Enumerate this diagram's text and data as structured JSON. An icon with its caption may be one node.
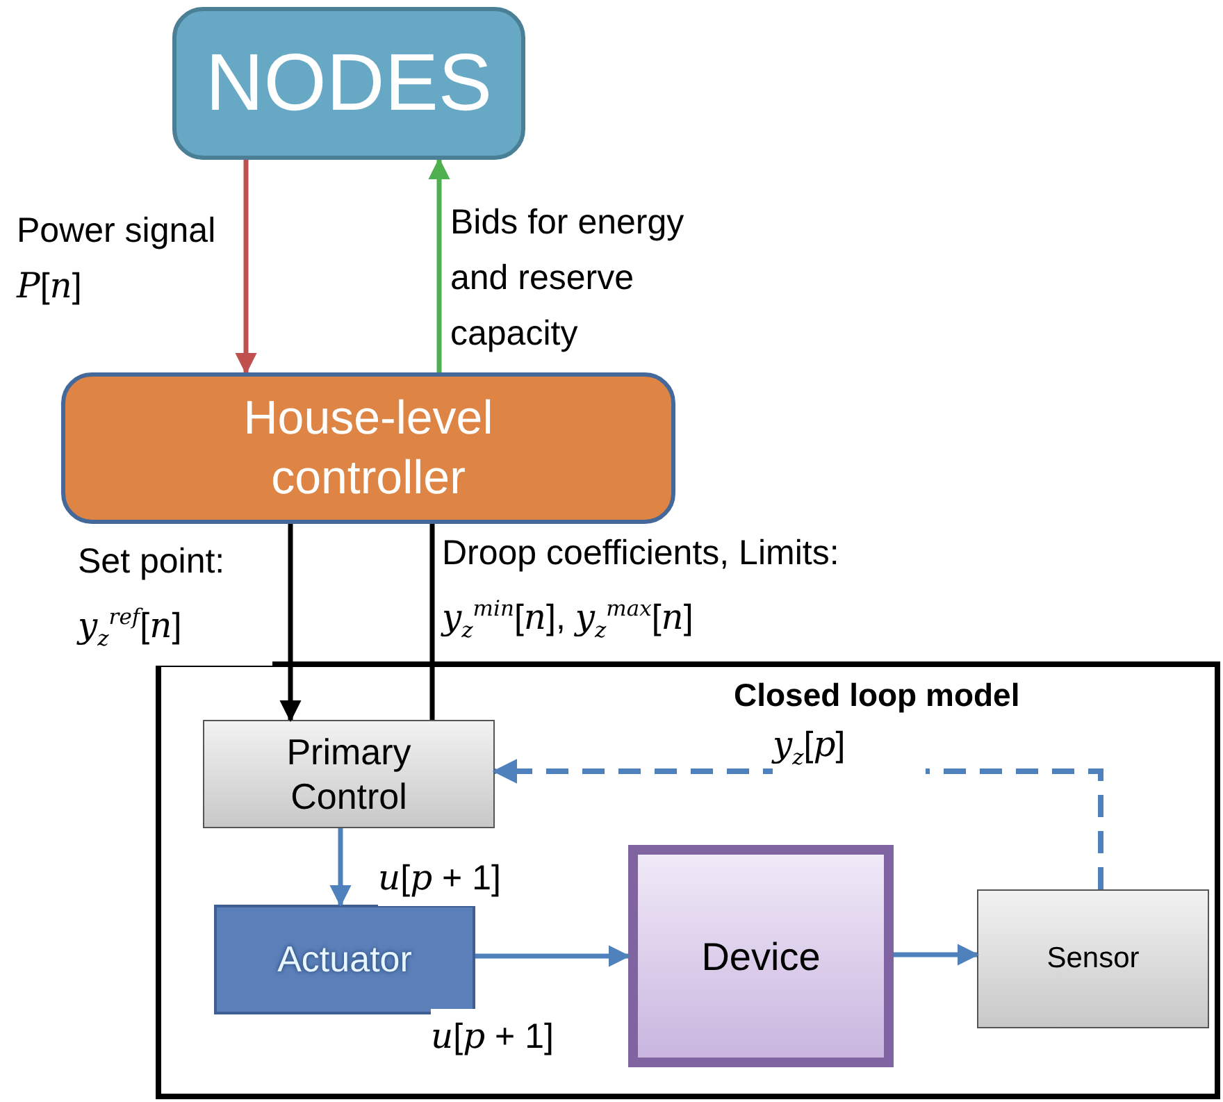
{
  "diagram": {
    "nodes": [
      {
        "text": [
          "NODES"
        ]
      },
      {
        "text": [
          "House-level controller"
        ]
      },
      {
        "text": [
          "Closed loop model"
        ]
      },
      {
        "text": [
          "Primary Control"
        ],
        "in": 2
      },
      {
        "text": [
          "Actuator"
        ],
        "in": 2
      },
      {
        "text": [
          "Device"
        ],
        "in": 2
      },
      {
        "text": [
          "Sensor"
        ],
        "in": 2
      }
    ],
    "edges": [
      {
        "from": 0,
        "to": 1,
        "arrow": "to",
        "label": "Power signal *P*[*n*]",
        "color": "#c0504d"
      },
      {
        "from": 1,
        "to": 0,
        "arrow": "to",
        "label": "Bids for energy and reserve capacity",
        "color": "#4fb04f"
      },
      {
        "from": 1,
        "to": 3,
        "arrow": "to",
        "label": "Set point: *y*$_{z}$$^{ref}$[*n*]",
        "color": "#000000"
      },
      {
        "from": 3,
        "to": 1,
        "arrow": "none",
        "label": "Droop coefficients, Limits: *y*$_{z}$$^{min}$[*n*], *y*$_{z}$$^{max}$[*n*]",
        "color": "#000000"
      },
      {
        "from": 3,
        "to": 4,
        "arrow": "to",
        "label": "*u*[*p* + 1]",
        "color": "#4f81bd"
      },
      {
        "from": 4,
        "to": 5,
        "arrow": "to",
        "label": "*u*[*p* + 1]",
        "color": "#4f81bd"
      },
      {
        "from": 5,
        "to": 6,
        "arrow": "to",
        "color": "#4f81bd"
      },
      {
        "from": 6,
        "to": 3,
        "arrow": "to",
        "label": "*y*$_{z}$[*p*]",
        "style": "dashed",
        "color": "#4f81bd"
      }
    ]
  }
}
